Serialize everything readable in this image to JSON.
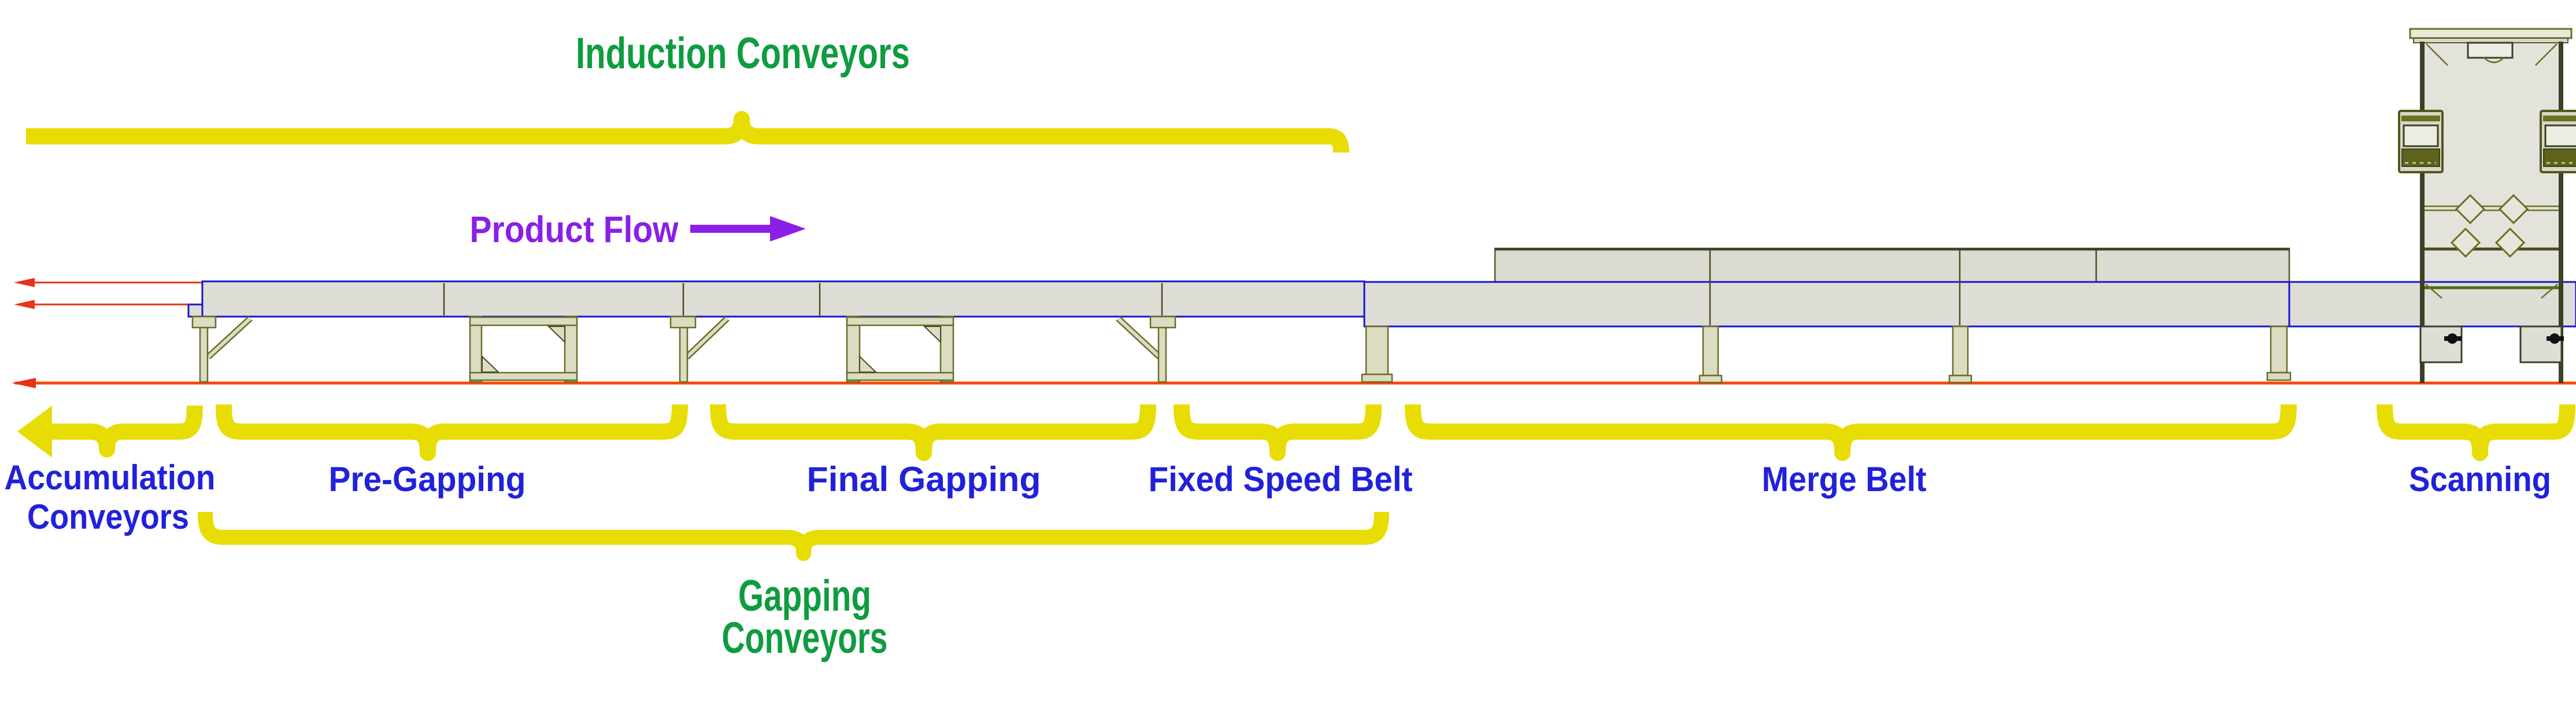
{
  "labels": {
    "induction": "Induction Conveyors",
    "product_flow": "Product Flow",
    "accumulation_line1": "Accumulation",
    "accumulation_line2": "Conveyors",
    "pre_gapping": "Pre-Gapping",
    "final_gapping": "Final Gapping",
    "fixed_speed": "Fixed Speed Belt",
    "merge": "Merge Belt",
    "scanning": "Scanning",
    "gapping_line1": "Gapping",
    "gapping_line2": "Conveyors"
  },
  "colors": {
    "yellow": "#E7DD05",
    "green": "#0F9C40",
    "blue": "#2121DC",
    "purple": "#8A1FE8",
    "red": "#E8321A",
    "orange": "#F64A00",
    "beltFill": "#DEDED6",
    "beltStroke": "#1717C9",
    "upperFill": "#DBDBD1",
    "legFill": "#DCDCC2",
    "legStroke": "#6B6B2A",
    "oliveDark": "#4A4A20",
    "olive": "#6B7022",
    "frameStroke": "#55552F",
    "scanDark": "#3C4026",
    "scanFill": "#E3E3DB",
    "camStroke": "#52561E",
    "camDark": "#5E621C"
  }
}
